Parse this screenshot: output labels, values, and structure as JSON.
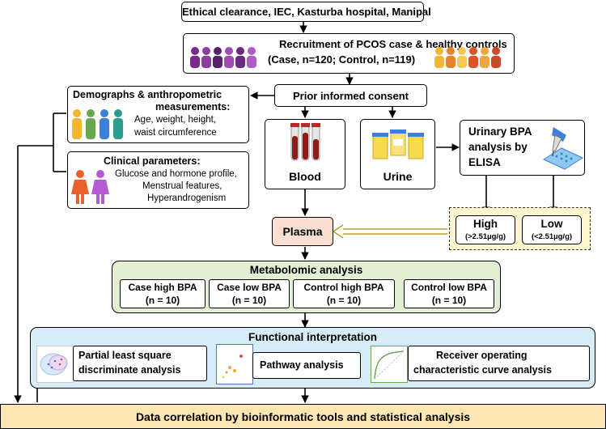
{
  "top_box": {
    "text": "Ethical clearance, IEC, Kasturba hospital, Manipal"
  },
  "recruitment": {
    "title": "Recruitment of PCOS case & healthy controls",
    "counts": "(Case, n=120; Control, n=119)"
  },
  "consent": {
    "text": "Prior informed consent"
  },
  "demographics": {
    "title": "Demographs & anthropometric",
    "title2": "measurements:",
    "line1": "Age, weight, height,",
    "line2": "waist circumference"
  },
  "clinical": {
    "title": "Clinical parameters:",
    "line1": "Glucose and hormone profile,",
    "line2": "Menstrual features,",
    "line3": "Hyperandrogenism"
  },
  "samples": {
    "blood": "Blood",
    "urine": "Urine"
  },
  "urinary_bpa": {
    "line1": "Urinary BPA",
    "line2": "analysis by",
    "line3": "ELISA"
  },
  "bpa_levels": {
    "high": {
      "label": "High",
      "range": "(>2.51µg/g)"
    },
    "low": {
      "label": "Low",
      "range": "(<2.51µg/g)"
    }
  },
  "plasma": {
    "text": "Plasma"
  },
  "metabolomic": {
    "title": "Metabolomic analysis",
    "groups": [
      {
        "name": "Case high BPA",
        "n": "(n = 10)"
      },
      {
        "name": "Case low BPA",
        "n": "(n = 10)"
      },
      {
        "name": "Control high BPA",
        "n": "(n = 10)"
      },
      {
        "name": "Control low BPA",
        "n": "(n = 10)"
      }
    ]
  },
  "functional": {
    "title": "Functional interpretation",
    "items": [
      {
        "line1": "Partial least square",
        "line2": "discriminate analysis"
      },
      {
        "line1": "Pathway analysis"
      },
      {
        "line1": "Receiver operating",
        "line2": "characteristic curve analysis"
      }
    ]
  },
  "final": {
    "text": "Data correlation by bioinformatic tools and statistical analysis"
  },
  "colors": {
    "plasma_fill": "#f9ded1",
    "metabolomic_fill": "#e3efd3",
    "functional_fill": "#d6ecf7",
    "final_fill": "#fce6b4",
    "bpa_fill": "#fff6cf"
  }
}
